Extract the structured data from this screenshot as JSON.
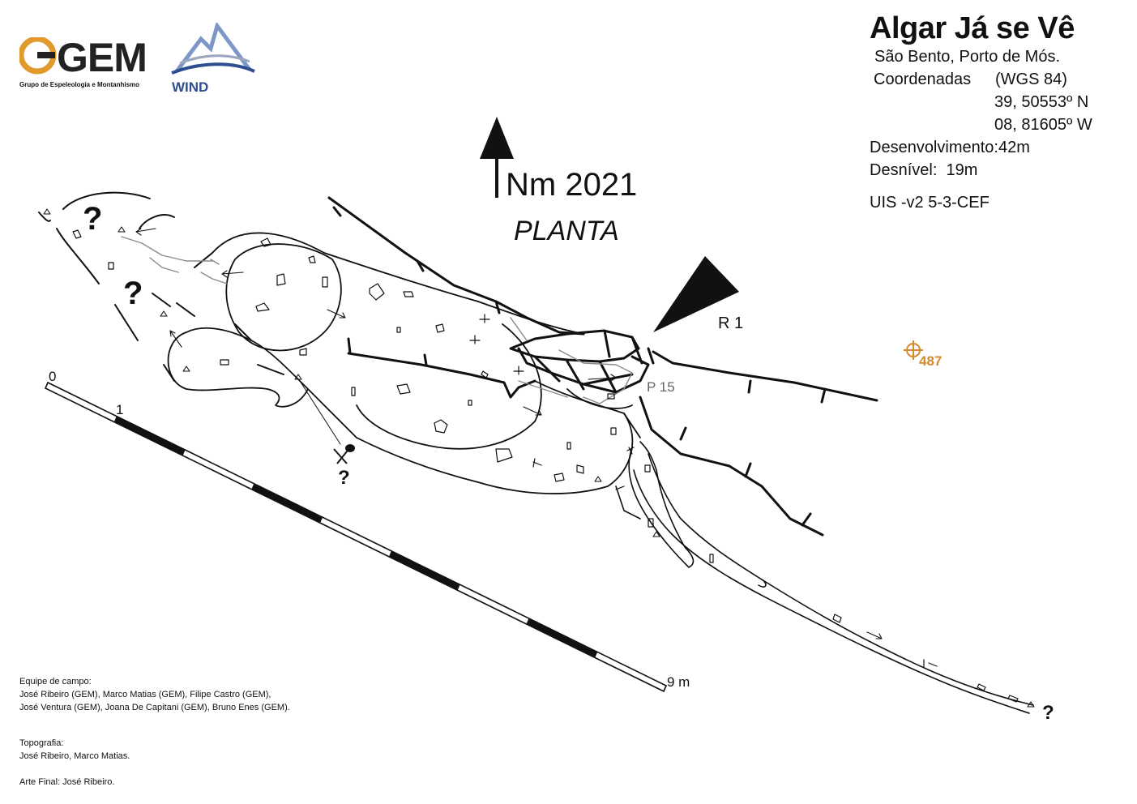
{
  "header": {
    "title": "Algar Já se Vê",
    "location": "São Bento, Porto de Mós.",
    "coords_label": "Coordenadas",
    "datum": "(WGS 84)",
    "lat": "39, 50553º N",
    "lon": "08, 81605º W",
    "development_label": "Desenvolvimento:",
    "development_value": "42m",
    "depth_label": "Desnível:",
    "depth_value": "19m",
    "uis": "UIS -v2 5-3-CEF"
  },
  "logos": {
    "gem_name": "GEM",
    "gem_subtitle": "Grupo de Espeleologia e Montanhismo",
    "wind_name": "WIND"
  },
  "map": {
    "north_label": "Nm 2021",
    "view_label": "PLANTA",
    "entrance_label": "R 1",
    "pit_label": "P 15",
    "elevation_label": "487",
    "unknown_mark": "?"
  },
  "scale": {
    "start_label": "0",
    "one_label": "1",
    "end_label": "9 m"
  },
  "credits": {
    "field_team_label": "Equipe de campo:",
    "field_team_line1": "José Ribeiro (GEM), Marco Matias (GEM), Filipe Castro (GEM),",
    "field_team_line2": "José Ventura (GEM), Joana De Capitani (GEM), Bruno Enes (GEM).",
    "topo_label": "Topografia:",
    "topo_names": "José Ribeiro, Marco Matias.",
    "art": "Arte Final: José Ribeiro."
  },
  "colors": {
    "ink": "#111111",
    "grey_detail": "#8a8a8a",
    "elevation": "#d48a2a",
    "gem_accent": "#e39a2d",
    "wind_blue": "#2e4f8f"
  }
}
